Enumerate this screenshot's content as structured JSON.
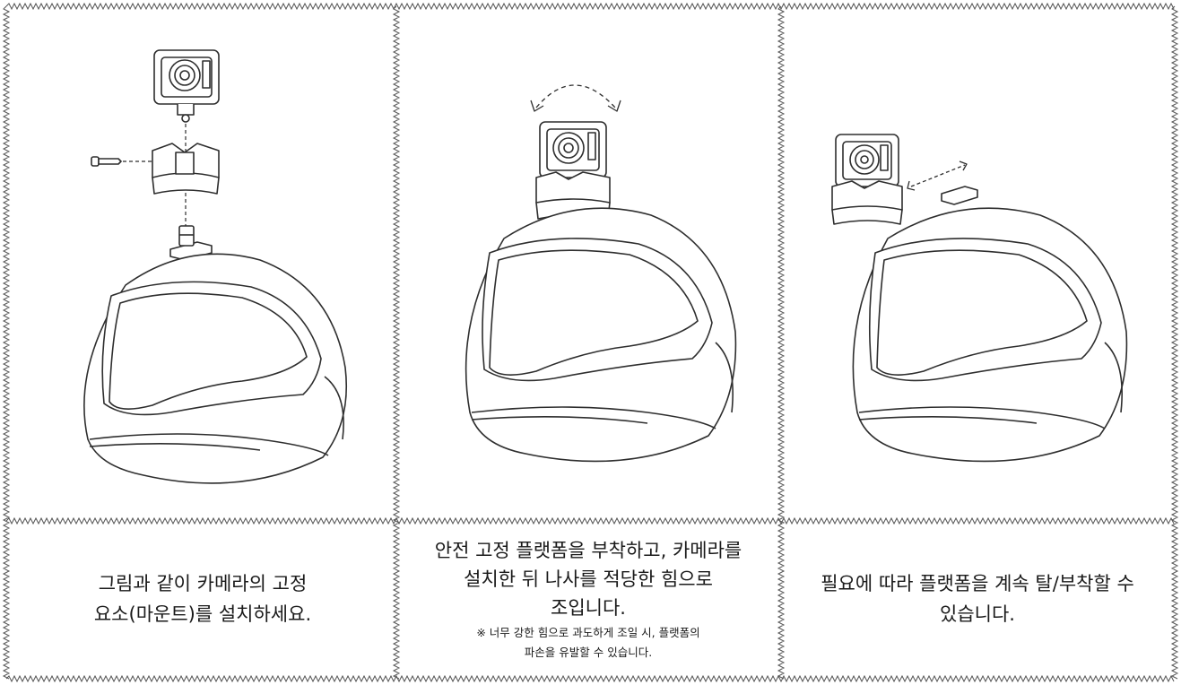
{
  "panels": [
    {
      "caption_lines": [
        "그림과 같이 카메라의 고정",
        "요소(마운트)를 설치하세요."
      ],
      "note_lines": []
    },
    {
      "caption_lines": [
        "안전 고정 플랫폼을 부착하고, 카메라를",
        "설치한 뒤 나사를 적당한 힘으로",
        "조입니다."
      ],
      "note_lines": [
        "※ 너무 강한 힘으로 과도하게 조일 시, 플랫폼의",
        "파손을 유발할 수 있습니다."
      ]
    },
    {
      "caption_lines": [
        "필요에 따라 플랫폼을 계속 탈/부착할 수",
        "있습니다."
      ],
      "note_lines": []
    }
  ],
  "colors": {
    "line": "#3a3a3a",
    "border": "#555555",
    "background": "#ffffff"
  }
}
